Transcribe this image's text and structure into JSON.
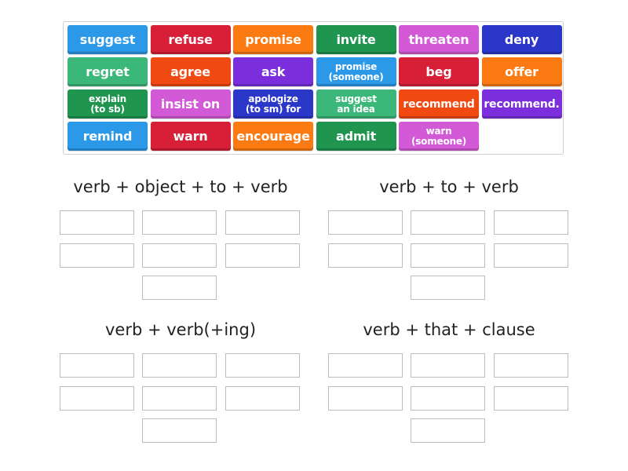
{
  "tiles": [
    {
      "label": "suggest",
      "color": "#2b98e8",
      "size": "big"
    },
    {
      "label": "refuse",
      "color": "#d71f38",
      "size": "big"
    },
    {
      "label": "promise",
      "color": "#fb7a12",
      "size": "big"
    },
    {
      "label": "invite",
      "color": "#1f9550",
      "size": "big"
    },
    {
      "label": "threaten",
      "color": "#d35ad6",
      "size": "big"
    },
    {
      "label": "deny",
      "color": "#2a37c8",
      "size": "big"
    },
    {
      "label": "regret",
      "color": "#3cb77a",
      "size": "big"
    },
    {
      "label": "agree",
      "color": "#f04a12",
      "size": "big"
    },
    {
      "label": "ask",
      "color": "#7b2fdc",
      "size": "big"
    },
    {
      "label": "promise\n(someone)",
      "color": "#2b98e8",
      "size": "small"
    },
    {
      "label": "beg",
      "color": "#d71f38",
      "size": "big"
    },
    {
      "label": "offer",
      "color": "#fb7a12",
      "size": "big"
    },
    {
      "label": "explain\n(to sb)",
      "color": "#1f9550",
      "size": "small"
    },
    {
      "label": "insist on",
      "color": "#d35ad6",
      "size": "big"
    },
    {
      "label": "apologize\n(to sm) for",
      "color": "#2a37c8",
      "size": "small"
    },
    {
      "label": "suggest\nan idea",
      "color": "#3cb77a",
      "size": "small"
    },
    {
      "label": "recommend",
      "color": "#f04a12",
      "size": "mid"
    },
    {
      "label": "recommend.",
      "color": "#7b2fdc",
      "size": "mid"
    },
    {
      "label": "remind",
      "color": "#2b98e8",
      "size": "big"
    },
    {
      "label": "warn",
      "color": "#d71f38",
      "size": "big"
    },
    {
      "label": "encourage",
      "color": "#fb7a12",
      "size": "big"
    },
    {
      "label": "admit",
      "color": "#1f9550",
      "size": "big"
    },
    {
      "label": "warn\n(someone)",
      "color": "#d35ad6",
      "size": "small"
    }
  ],
  "groups": [
    {
      "heading": "verb + object + to + verb"
    },
    {
      "heading": "verb + to + verb"
    },
    {
      "heading": "verb + verb(+ing)"
    },
    {
      "heading": "verb + that + clause"
    }
  ]
}
